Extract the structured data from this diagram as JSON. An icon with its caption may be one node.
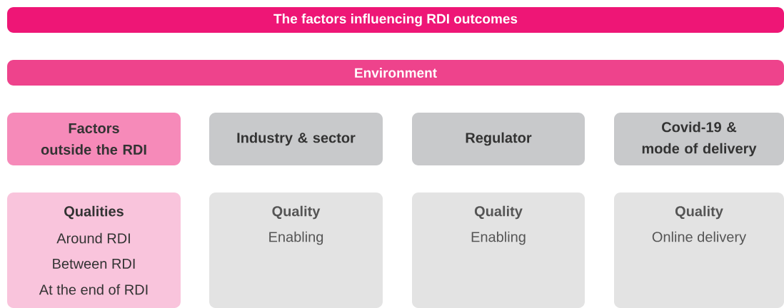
{
  "diagram": {
    "title": "The factors influencing RDI outcomes",
    "nodes": [
      {
        "text": [
          "Environment"
        ]
      },
      {
        "text": [
          "Factors outside the RDI"
        ]
      },
      {
        "text": [
          "Industry & sector"
        ]
      },
      {
        "text": [
          "Regulator"
        ]
      },
      {
        "text": [
          "Covid-19 & mode of delivery"
        ]
      },
      {
        "text": [
          "Qualities",
          "Around RDI",
          "Between RDI",
          "At the end of RDI"
        ]
      },
      {
        "text": [
          "Quality",
          "Enabling"
        ]
      },
      {
        "text": [
          "Quality",
          "Enabling"
        ]
      },
      {
        "text": [
          "Quality",
          "Online delivery"
        ]
      }
    ]
  }
}
